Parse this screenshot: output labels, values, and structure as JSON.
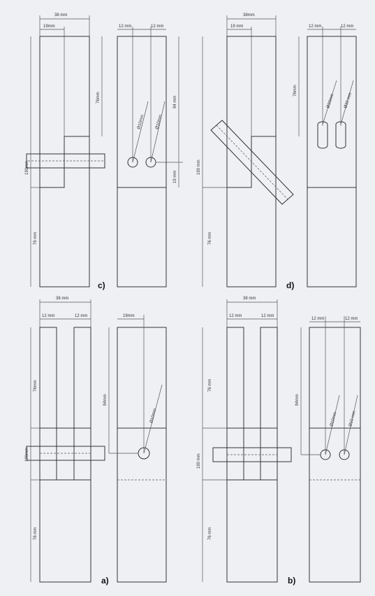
{
  "colors": {
    "background": "#eef0f4",
    "line": "#333333"
  },
  "panels": {
    "c": {
      "label": "c)",
      "width": "38 mm",
      "shift": "19mm",
      "top_len": "76mm",
      "overall": "190mm",
      "bottom_len": "76 mm",
      "hole_gap_left": "12 mm",
      "hole_gap_right": "12 mm",
      "hole_top": "94 mm",
      "hole_offset": "19 mm",
      "dia1": "Ø10mm",
      "dia2": "Ø10mm"
    },
    "d": {
      "label": "d)",
      "width": "38mm",
      "shift": "19 mm",
      "top_len": "76mm",
      "overall": "190 mm",
      "bottom_len": "76 mm",
      "hole_gap_left": "12 mm",
      "hole_gap_right": "12 mm",
      "dia1": "Ø10mm",
      "dia2": "Ø10 mm"
    },
    "a": {
      "label": "a)",
      "width": "38 mm",
      "gap_left": "12 mm",
      "gap_right": "12 mm",
      "top_len": "76mm",
      "overall": "190mm",
      "bottom_len": "76 mm",
      "hole_pos": "19mm",
      "hole_top": "94mm",
      "dia": "Ø10mm"
    },
    "b": {
      "label": "b)",
      "width": "38 mm",
      "gap_left": "12 mm",
      "gap_right": "12 mm",
      "top_len": "76 mm",
      "overall": "190 mm",
      "bottom_len": "76 mm",
      "hole_gap_left": "12 mm",
      "hole_gap_right": "12 mm",
      "hole_top": "94mm",
      "dia1": "Ø10mm",
      "dia2": "Ø10 mm"
    }
  }
}
